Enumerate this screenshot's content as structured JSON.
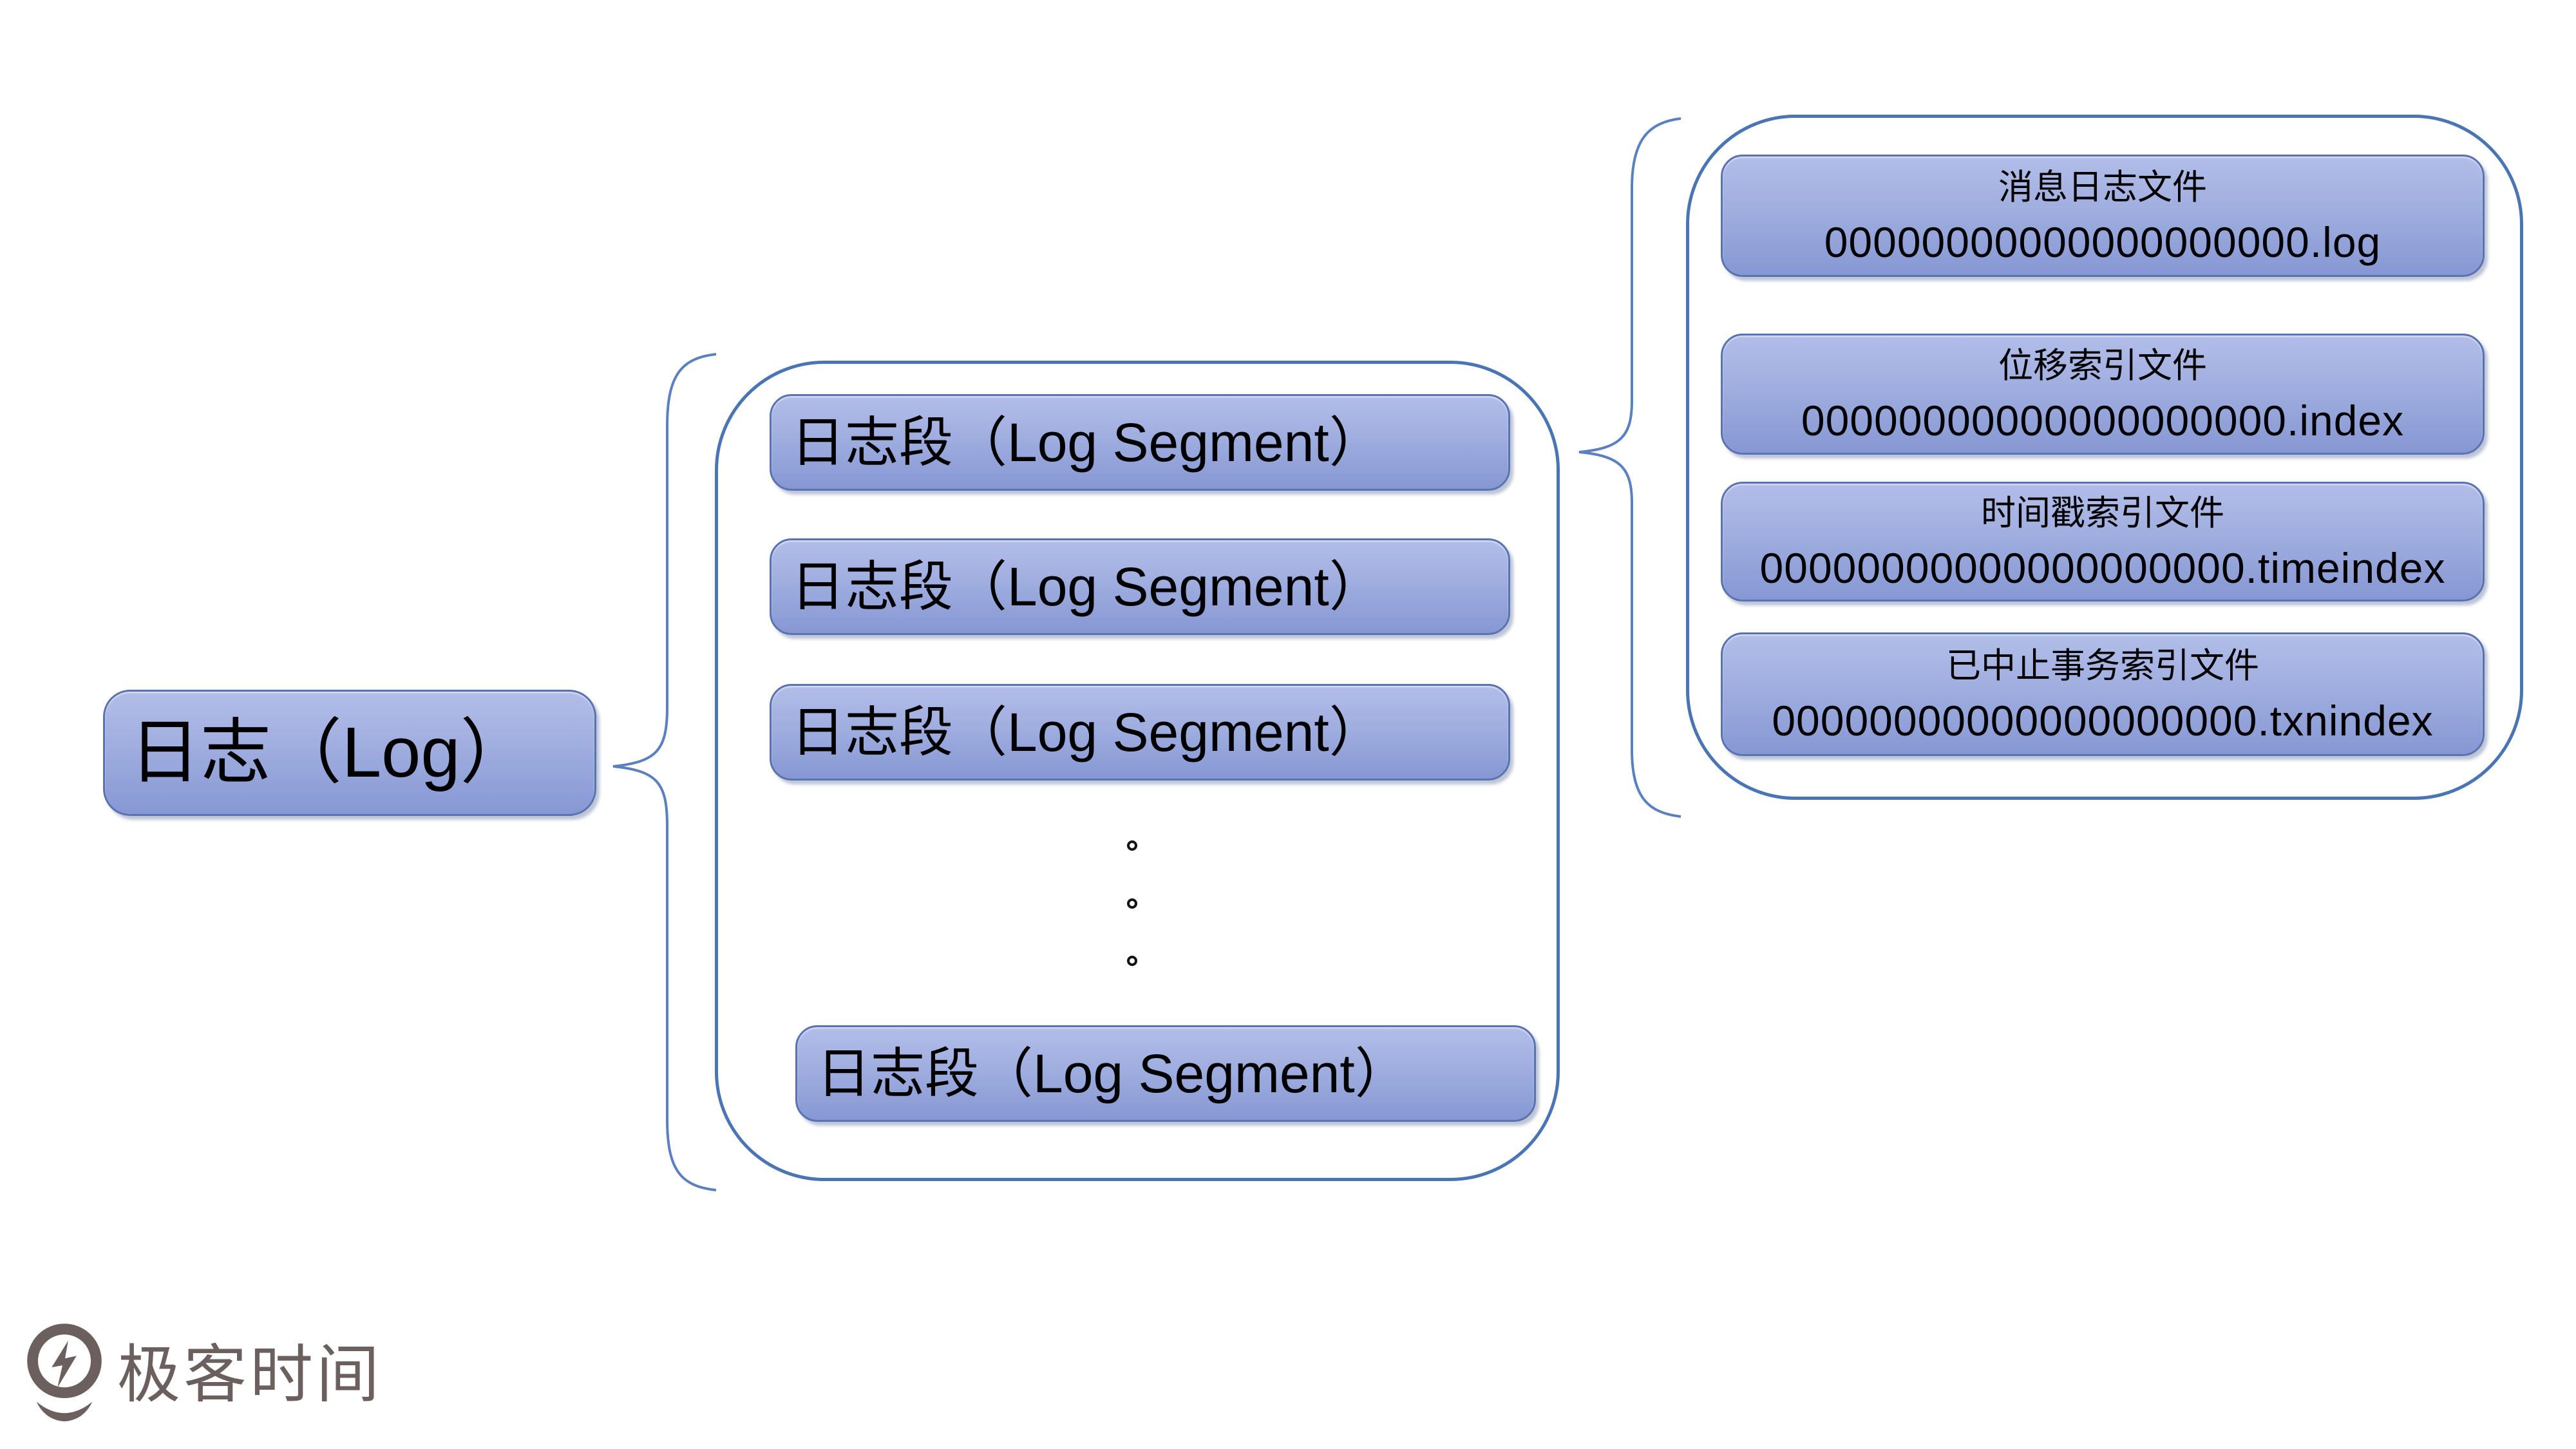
{
  "root_node": {
    "label": "日志（Log）"
  },
  "segments_container": {
    "items": [
      "日志段（Log Segment）",
      "日志段（Log Segment）",
      "日志段（Log Segment）",
      "日志段（Log Segment）"
    ],
    "ellipsis_dot_count": 3
  },
  "files_container": {
    "items": [
      {
        "title": "消息日志文件",
        "filename": "00000000000000000000.log"
      },
      {
        "title": "位移索引文件",
        "filename": "00000000000000000000.index"
      },
      {
        "title": "时间戳索引文件",
        "filename": "00000000000000000000.timeindex"
      },
      {
        "title": "已中止事务索引文件",
        "filename": "00000000000000000000.txnindex"
      }
    ]
  },
  "branding": {
    "logo_text": "极客时间"
  },
  "colors": {
    "node_fill_top": "#b2bde8",
    "node_fill_bottom": "#8697d3",
    "node_border": "#5873b0",
    "container_border": "#4a75b4",
    "brace": "#5b80c0",
    "text": "#000000",
    "logo": "#6b605e",
    "background": "#ffffff"
  }
}
